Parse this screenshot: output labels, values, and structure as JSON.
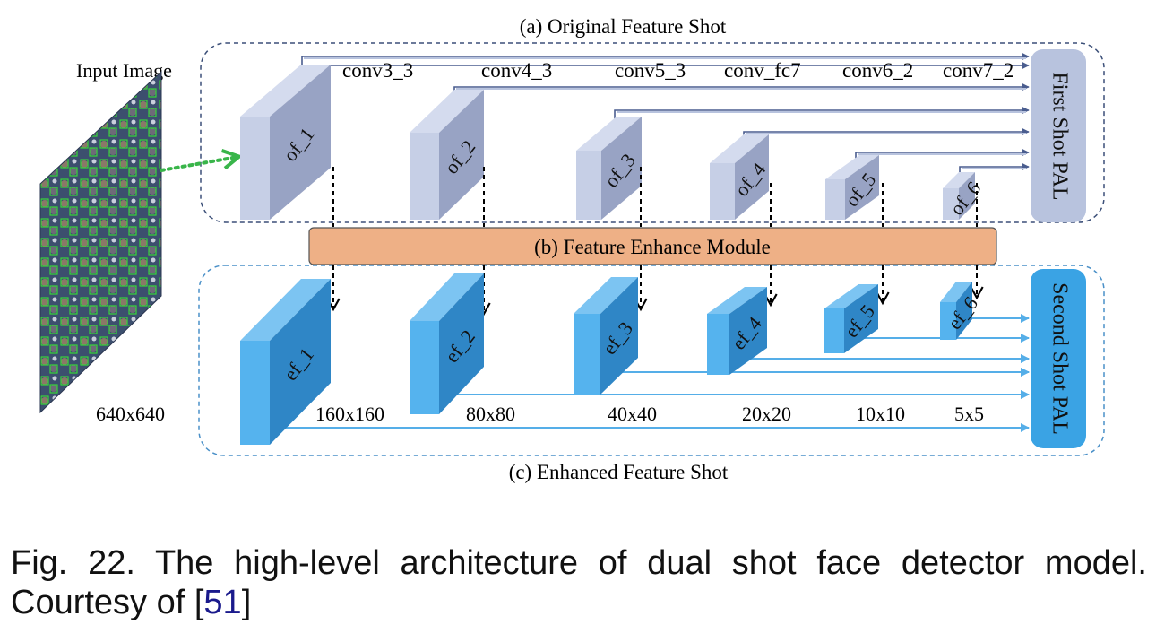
{
  "section_titles": {
    "original": "(a) Original Feature Shot",
    "enhance": "(b) Feature Enhance Module",
    "enhanced": "(c) Enhanced Feature Shot"
  },
  "input": {
    "label": "Input Image",
    "size": "640x640"
  },
  "conv_layers": [
    "conv3_3",
    "conv4_3",
    "conv5_3",
    "conv_fc7",
    "conv6_2",
    "conv7_2"
  ],
  "original_features": [
    "of_1",
    "of_2",
    "of_3",
    "of_4",
    "of_5",
    "of_6"
  ],
  "enhanced_features": [
    "ef_1",
    "ef_2",
    "ef_3",
    "ef_4",
    "ef_5",
    "ef_6"
  ],
  "resolutions": [
    "160x160",
    "80x80",
    "40x40",
    "20x20",
    "10x10",
    "5x5"
  ],
  "pal": {
    "first": "First Shot PAL",
    "second": "Second Shot PAL"
  },
  "caption": {
    "text": "Fig. 22. The high-level architecture of dual shot face detector model. Courtesy of [",
    "ref": "51",
    "end": "]"
  },
  "colors": {
    "original_block": "#b8c3de",
    "enhanced_block": "#4aa9e6",
    "fem_fill": "#eeb086",
    "line_top": "#4a5d8f",
    "line_bottom": "#55aee8",
    "panel_border": "#3b4f78",
    "arrow_green": "#39b54a"
  }
}
